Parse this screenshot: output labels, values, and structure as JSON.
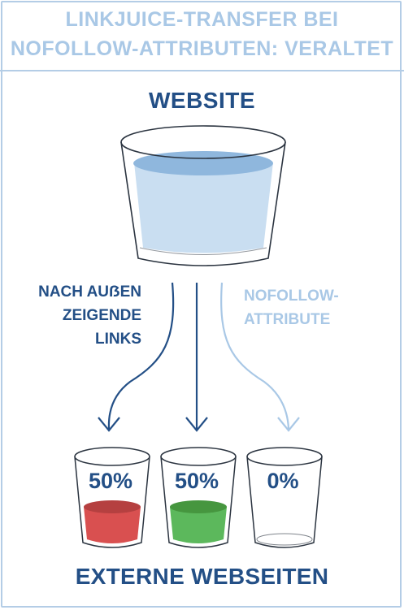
{
  "header": {
    "line1": "LINKJUICE-TRANSFER BEI",
    "line2": "NOFOLLOW-ATTRIBUTEN: VERALTET"
  },
  "source": {
    "label": "WEBSITE"
  },
  "arrows": {
    "left_label": [
      "NACH AUẞEN",
      "ZEIGENDE",
      "LINKS"
    ],
    "right_label": [
      "NOFOLLOW-",
      "ATTRIBUTE"
    ]
  },
  "targets": {
    "label": "EXTERNE WEBSEITEN",
    "glasses": [
      {
        "percent": "50%",
        "fill_color": "#d95050"
      },
      {
        "percent": "50%",
        "fill_color": "#5cb85c"
      },
      {
        "percent": "0%",
        "fill_color": "none"
      }
    ]
  },
  "colors": {
    "dark_blue": "#234f86",
    "light_blue": "#a9c8e6",
    "water": "#c9def1",
    "water_surface": "#8fb7dd",
    "glass_outline": "#2b3440"
  }
}
